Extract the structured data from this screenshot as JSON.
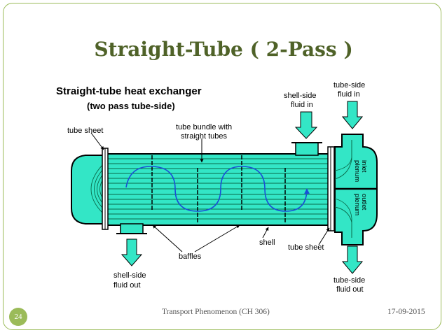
{
  "slide_title": "Straight-Tube  ( 2-Pass )",
  "diagram": {
    "heading": "Straight-tube heat exchanger",
    "subheading": "(two pass tube-side)",
    "labels": {
      "tube_sheet_left": "tube sheet",
      "tube_bundle_1": "tube bundle with",
      "tube_bundle_2": "straight tubes",
      "shell_in_1": "shell-side",
      "shell_in_2": "fluid in",
      "tube_in_1": "tube-side",
      "tube_in_2": "fluid in",
      "inlet_1": "inlet",
      "inlet_2": "plenum",
      "outlet_1": "outlet",
      "outlet_2": "plenum",
      "shell_out_1": "shell-side",
      "shell_out_2": "fluid out",
      "baffles": "baffles",
      "shell": "shell",
      "tube_sheet_right": "tube sheet",
      "tube_out_1": "tube-side",
      "tube_out_2": "fluid out"
    },
    "colors": {
      "fluid": "#33e6c6",
      "tube_line": "#0a6a4a",
      "flow_arrow": "#1a4fd6",
      "outline": "#000000"
    }
  },
  "footer": {
    "page_number": "24",
    "course": "Transport Phenomenon (CH 306)",
    "date": "17-09-2015"
  },
  "theme": {
    "title_color": "#4f6228",
    "accent": "#9bbb59"
  }
}
